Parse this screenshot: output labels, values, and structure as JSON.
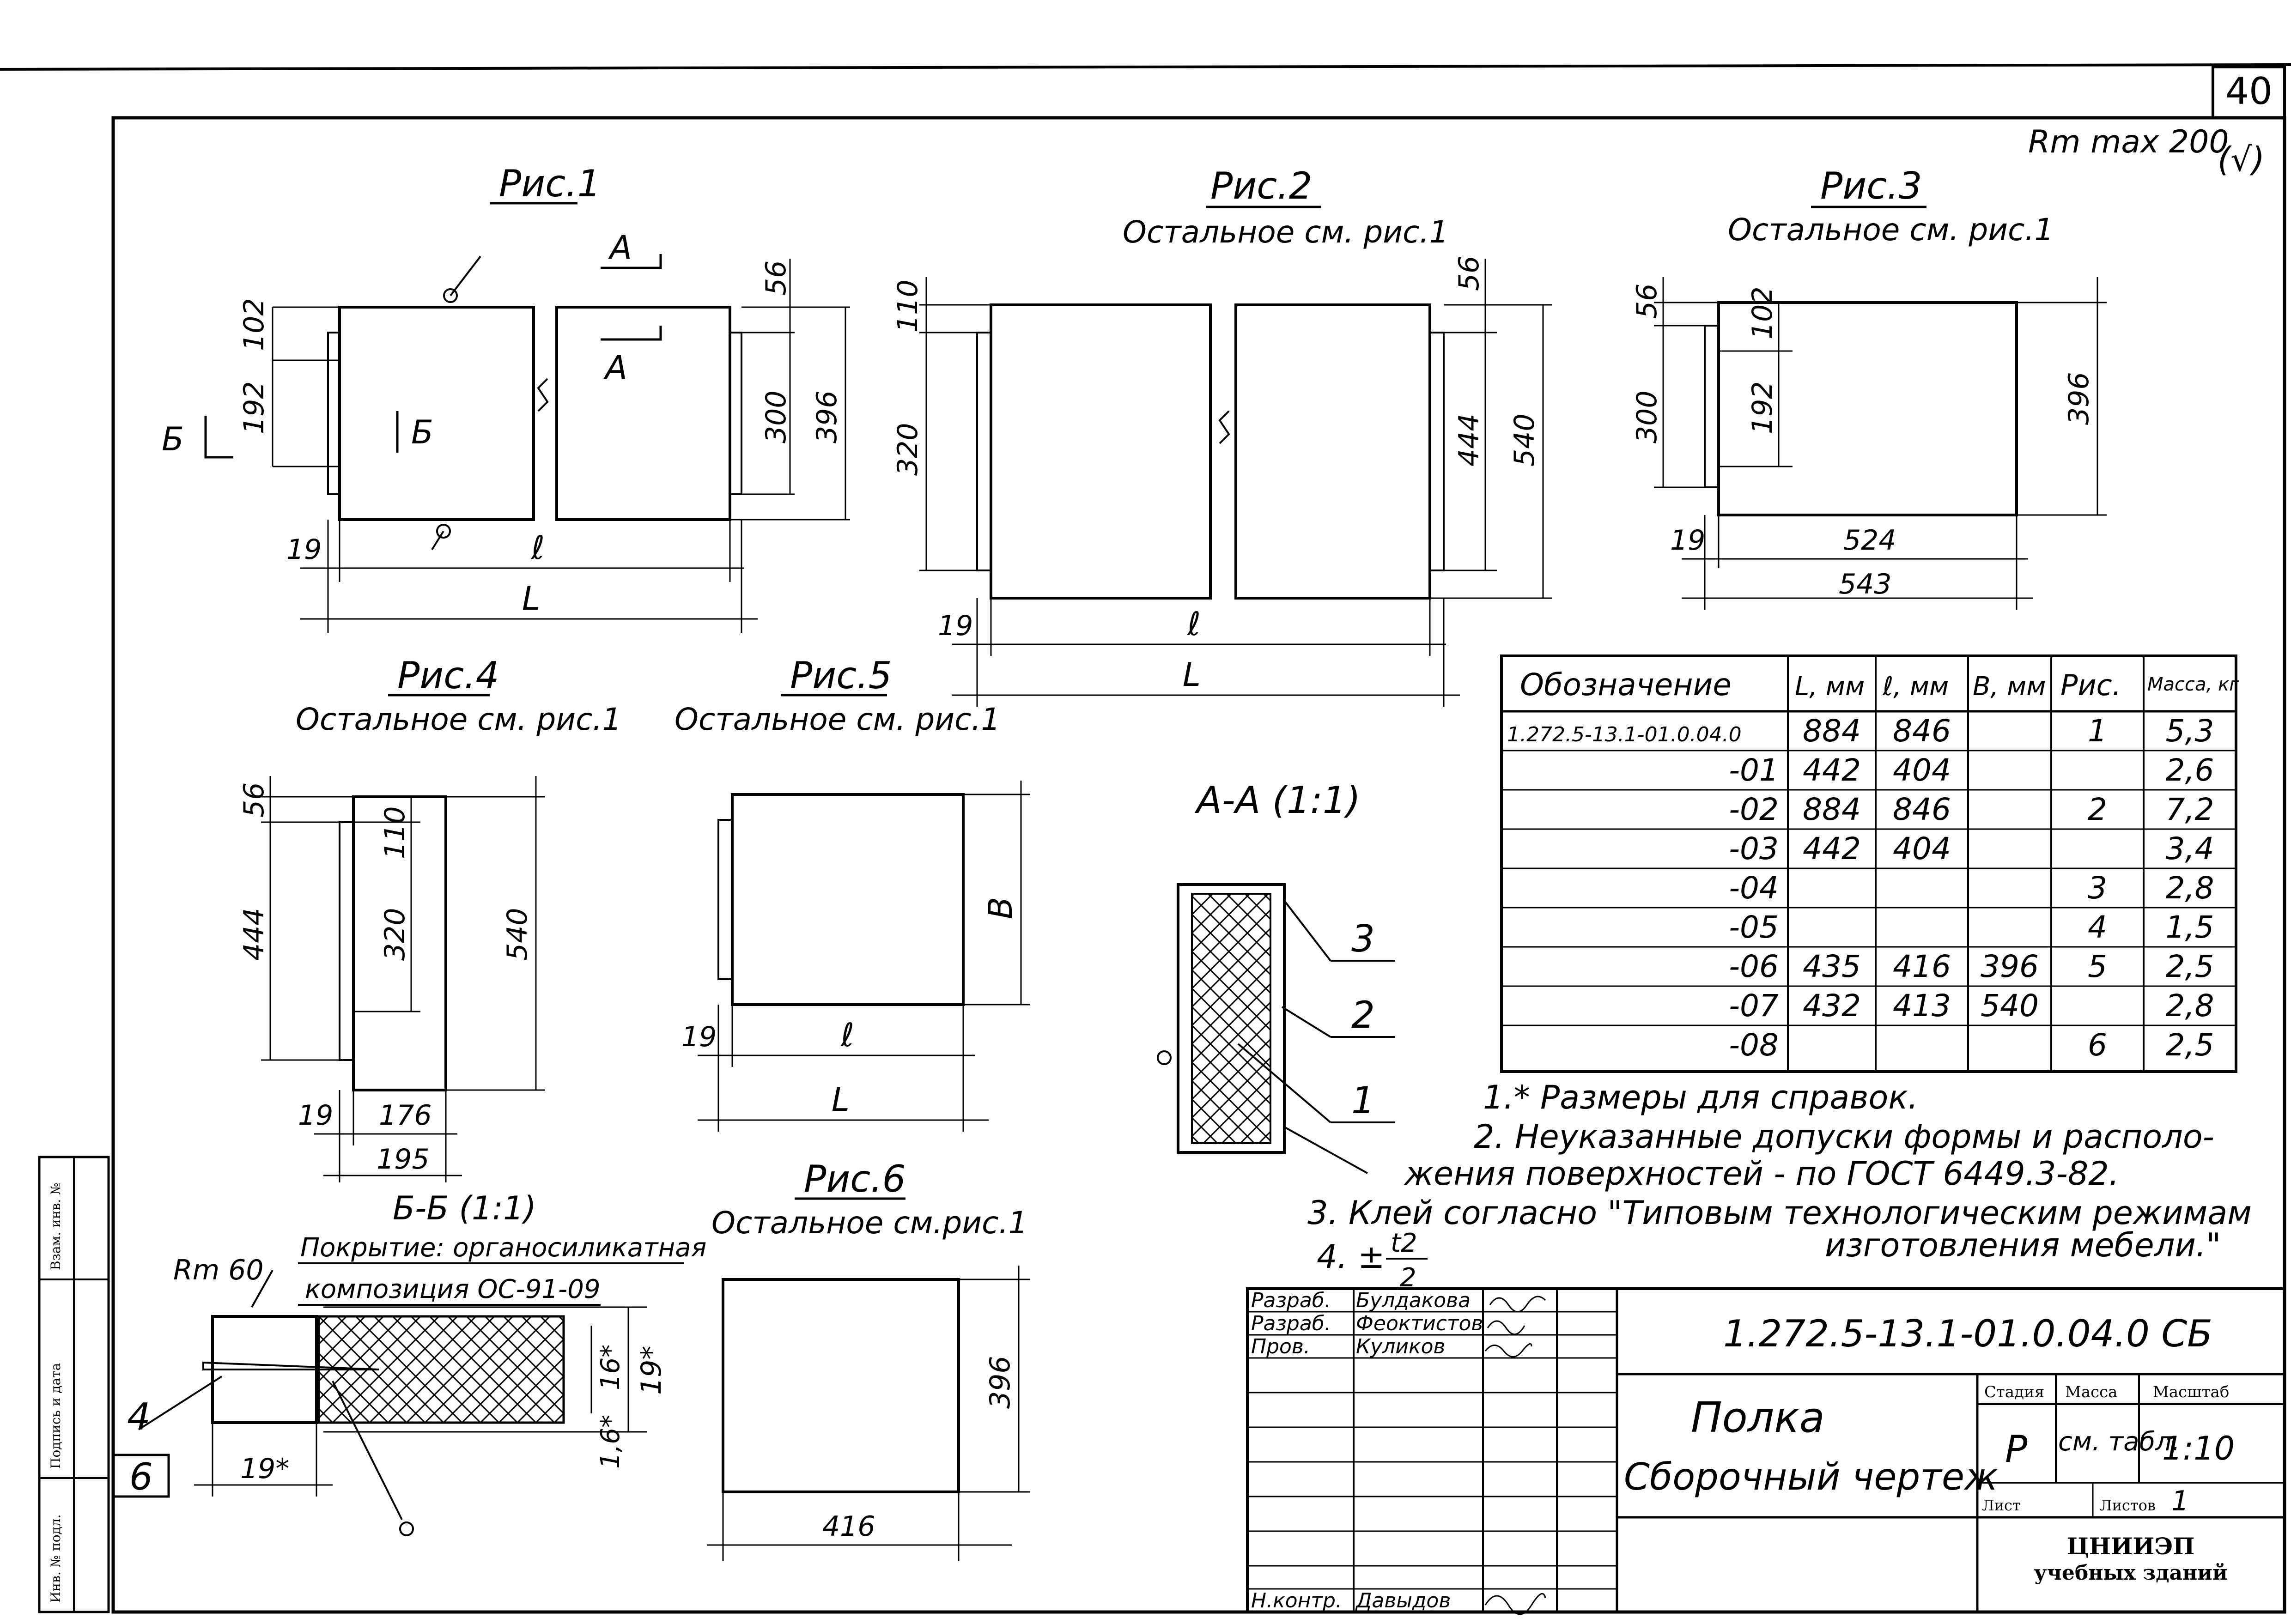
{
  "sheet_number": "40",
  "roughness": "Rm max 200",
  "roughness_note": "(√)",
  "figures": {
    "fig1": {
      "title": "Рис.1",
      "dims": {
        "top": "102",
        "mid": "192",
        "right_top": "56",
        "right_mid": "300",
        "right_full": "396",
        "left_offset": "19",
        "inner": "ℓ",
        "outer": "L"
      },
      "section_a": "А",
      "section_b": "Б"
    },
    "fig2": {
      "title": "Рис.2",
      "subtitle": "Остальное см. рис.1",
      "dims": {
        "top": "110",
        "mid": "320",
        "right_top": "56",
        "right_mid": "444",
        "right_full": "540",
        "left_offset": "19",
        "inner": "ℓ",
        "outer": "L"
      }
    },
    "fig3": {
      "title": "Рис.3",
      "subtitle": "Остальное см. рис.1",
      "dims": {
        "top": "56",
        "inner_top": "102",
        "left_mid": "300",
        "inner_mid": "192",
        "right_full": "396",
        "left_offset": "19",
        "inner": "524",
        "outer": "543"
      }
    },
    "fig4": {
      "title": "Рис.4",
      "subtitle": "Остальное см. рис.1",
      "dims": {
        "top": "56",
        "inner_top": "110",
        "left_mid": "444",
        "inner_mid": "320",
        "right_full": "540",
        "left_offset": "19",
        "inner": "176",
        "outer": "195"
      }
    },
    "fig5": {
      "title": "Рис.5",
      "subtitle": "Остальное см. рис.1",
      "dims": {
        "height": "В",
        "left_offset": "19",
        "inner": "ℓ",
        "outer": "L"
      }
    },
    "fig6": {
      "title": "Рис.6",
      "subtitle": "Остальное см.рис.1",
      "dims": {
        "height": "396",
        "width": "416"
      }
    },
    "section_aa": {
      "title": "А-А (1:1)",
      "callouts": [
        "3",
        "2",
        "1"
      ]
    },
    "section_bb": {
      "title": "Б-Б (1:1)",
      "radius": "Rm 60",
      "coating_1": "Покрытие: органосиликатная",
      "coating_2": "композиция ОС-91-09",
      "dims": {
        "d16": "16*",
        "d19": "19*",
        "d16b": "1,6*",
        "d19b": "19*"
      },
      "callouts": [
        "4",
        "6"
      ]
    }
  },
  "table": {
    "headers": [
      "Обозначение",
      "L, мм",
      "ℓ, мм",
      "B, мм",
      "Рис.",
      "Масса, кг"
    ],
    "rows": [
      {
        "code": "1.272.5-13.1-01.0.04.0",
        "L": "884",
        "l": "846",
        "B": "",
        "fig": "1",
        "mass": "5,3"
      },
      {
        "code": "-01",
        "L": "442",
        "l": "404",
        "B": "",
        "fig": "",
        "mass": "2,6"
      },
      {
        "code": "-02",
        "L": "884",
        "l": "846",
        "B": "",
        "fig": "2",
        "mass": "7,2"
      },
      {
        "code": "-03",
        "L": "442",
        "l": "404",
        "B": "",
        "fig": "",
        "mass": "3,4"
      },
      {
        "code": "-04",
        "L": "",
        "l": "",
        "B": "",
        "fig": "3",
        "mass": "2,8"
      },
      {
        "code": "-05",
        "L": "",
        "l": "",
        "B": "",
        "fig": "4",
        "mass": "1,5"
      },
      {
        "code": "-06",
        "L": "435",
        "l": "416",
        "B": "396",
        "fig": "5",
        "mass": "2,5"
      },
      {
        "code": "-07",
        "L": "432",
        "l": "413",
        "B": "540",
        "fig": "",
        "mass": "2,8"
      },
      {
        "code": "-08",
        "L": "",
        "l": "",
        "B": "",
        "fig": "6",
        "mass": "2,5"
      }
    ]
  },
  "notes": [
    "1.* Размеры для справок.",
    "2. Неуказанные допуски формы и располо-",
    "жения поверхностей - по ГОСТ 6449.3-82.",
    "3. Клей согласно \"Типовым технологическим режимам",
    "изготовления мебели.\"",
    "4. ±",
    "t2",
    "2"
  ],
  "title_block": {
    "doc_code": "1.272.5-13.1-01.0.04.0 СБ",
    "name_1": "Полка",
    "name_2": "Сборочный чертеж",
    "stage_label": "Стадия",
    "mass_label": "Масса",
    "scale_label": "Масштаб",
    "stage": "Р",
    "mass": "см. табл.",
    "scale": "1:10",
    "sheet_label": "Лист",
    "sheets_label": "Листов",
    "sheets": "1",
    "org_1": "ЦНИИЭП",
    "org_2": "учебных зданий",
    "roles": [
      {
        "role": "Разраб.",
        "name": "Булдакова"
      },
      {
        "role": "Разраб.",
        "name": "Феоктистов"
      },
      {
        "role": "Пров.",
        "name": "Куликов"
      },
      {
        "role": "Н.контр.",
        "name": "Давыдов"
      }
    ]
  },
  "side_stamp": [
    "Инв. № подл.",
    "Подпись и дата",
    "Взам. инв. №"
  ]
}
